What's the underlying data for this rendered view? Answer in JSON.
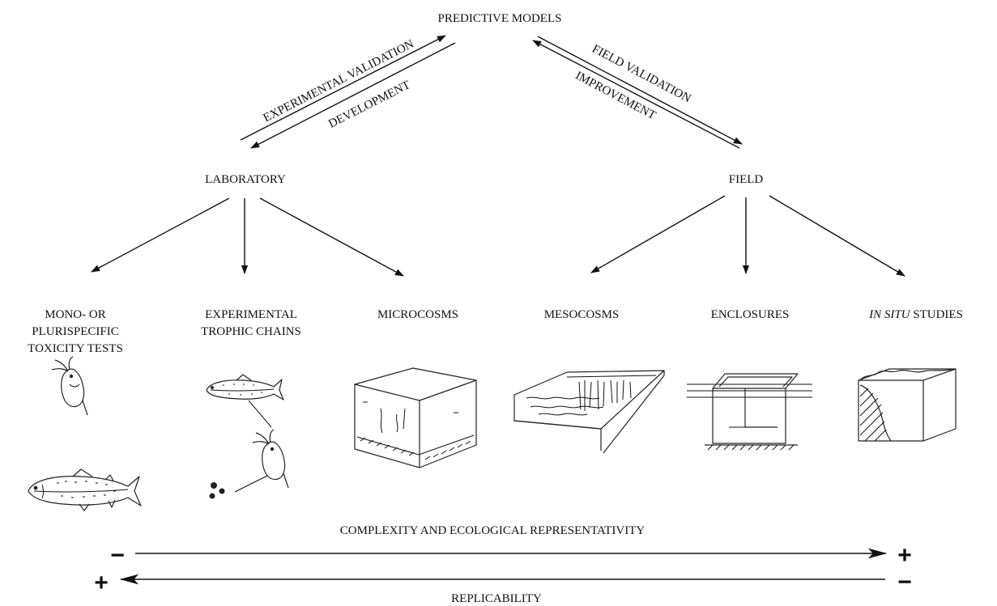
{
  "top": {
    "title": "PREDICTIVE MODELS"
  },
  "links": {
    "experimental_validation": "EXPERIMENTAL VALIDATION",
    "development": "DEVELOPMENT",
    "field_validation": "FIELD VALIDATION",
    "improvement": "IMPROVEMENT"
  },
  "branches": {
    "laboratory": "LABORATORY",
    "field": "FIELD"
  },
  "categories": {
    "mono_line1": "MONO- OR",
    "mono_line2": "PLURISPECIFIC",
    "mono_line3": "TOXICITY TESTS",
    "trophic_line1": "EXPERIMENTAL",
    "trophic_line2": "TROPHIC CHAINS",
    "microcosms": "MICROCOSMS",
    "mesocosms": "MESOCOSMS",
    "enclosures": "ENCLOSURES",
    "insitu_italic": "IN SITU",
    "insitu_rest": " STUDIES"
  },
  "scales": {
    "complexity": "COMPLEXITY AND ECOLOGICAL REPRESENTATIVITY",
    "replicability": "REPLICABILITY",
    "minus": "−",
    "plus": "+"
  }
}
